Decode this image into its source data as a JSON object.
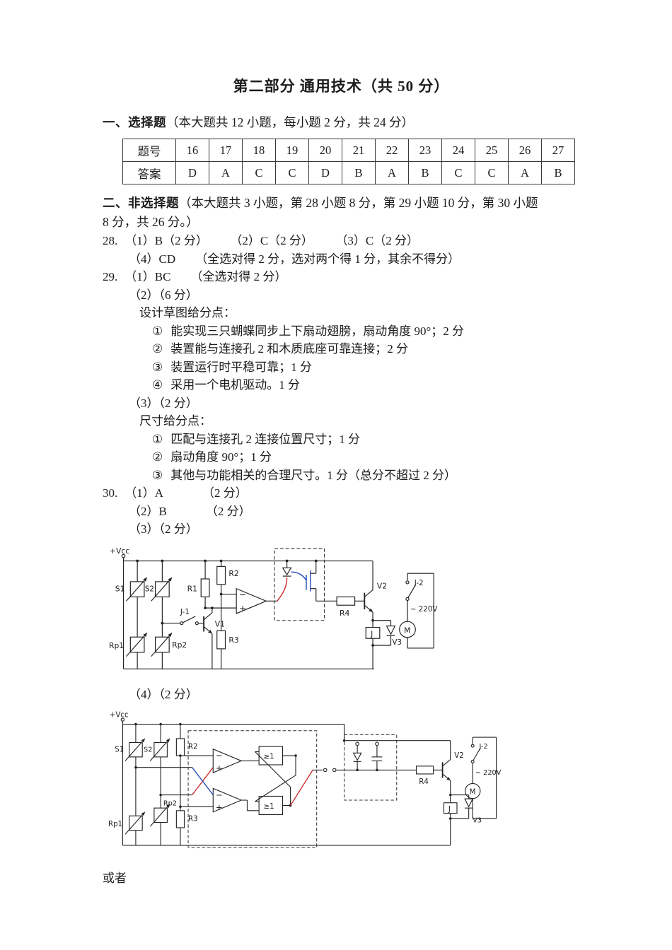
{
  "title": "第二部分  通用技术（共 50 分）",
  "section1": {
    "heading_bold": "一、选择题",
    "heading_rest": "（本大题共 12 小题，每小题 2 分，共 24 分）",
    "table": {
      "row_label_question": "题号",
      "row_label_answer": "答案",
      "numbers": [
        "16",
        "17",
        "18",
        "19",
        "20",
        "21",
        "22",
        "23",
        "24",
        "25",
        "26",
        "27"
      ],
      "answers": [
        "D",
        "A",
        "C",
        "C",
        "D",
        "B",
        "A",
        "B",
        "C",
        "C",
        "A",
        "B"
      ]
    }
  },
  "section2": {
    "heading_bold": "二、非选择题",
    "heading_rest": "（本大题共 3 小题，第 28 小题 8 分，第 29 小题 10 分，第 30 小题",
    "heading_line2": "8 分，共 26 分。）"
  },
  "q28": {
    "prefix": "28.",
    "part1": "（1）B（2 分）",
    "part2": "（2）C（2 分）",
    "part3": "（3）C（2 分）",
    "part4_answer": "（4）CD",
    "part4_note": "（全选对得 2 分，选对两个得 1 分，其余不得分）"
  },
  "q29": {
    "prefix": "29.",
    "part1_answer": "（1）BC",
    "part1_note": "（全选对得 2 分）",
    "part2_heading": "（2）（6 分）",
    "sketch_header": "设计草图给分点：",
    "sketch_points": [
      {
        "num": "①",
        "text": "能实现三只蝴蝶同步上下扇动翅膀，扇动角度 90°；2 分"
      },
      {
        "num": "②",
        "text": "装置能与连接孔 2 和木质底座可靠连接；2 分"
      },
      {
        "num": "③",
        "text": "装置运行时平稳可靠；1 分"
      },
      {
        "num": "④",
        "text": "采用一个电机驱动。1 分"
      }
    ],
    "part3_heading": "（3）（2 分）",
    "size_header": "尺寸给分点：",
    "size_points": [
      {
        "num": "①",
        "text": "匹配与连接孔 2 连接位置尺寸；1 分"
      },
      {
        "num": "②",
        "text": "扇动角度 90°；1 分"
      },
      {
        "num": "③",
        "text": "其他与功能相关的合理尺寸。1 分（总分不超过 2 分）"
      }
    ]
  },
  "q30": {
    "prefix": "30.",
    "part1_answer": "（1）A",
    "part1_score": "（2 分）",
    "part2_answer": "（2）B",
    "part2_score": "（2 分）",
    "part3_heading": "（3）（2 分）",
    "part4_heading": "（4）（2 分）"
  },
  "circuit1": {
    "labels": {
      "vcc": "+Vcc",
      "s1": "S1",
      "s2": "S2",
      "rp1": "Rp1",
      "rp2": "Rp2",
      "j1": "J-1",
      "v1": "V1",
      "r1": "R1",
      "r2": "R2",
      "r3": "R3",
      "r4": "R4",
      "v2": "V2",
      "relay": "J",
      "v3": "V3",
      "j2": "J-2",
      "voltage": "~ 220V",
      "motor": "M",
      "minus": "−",
      "plus": "+"
    }
  },
  "circuit2": {
    "labels": {
      "vcc": "+Vcc",
      "s1": "S1",
      "s2": "S2",
      "rp1": "Rp1",
      "rp2": "Rp2",
      "r2": "R2",
      "r3": "R3",
      "r4": "R4",
      "gate1": "≥1",
      "gate2": "≥1",
      "v2": "V2",
      "relay": "J",
      "v3": "V3",
      "j2": "J-2",
      "voltage": "~ 220V",
      "motor": "M",
      "minus": "−",
      "plus": "+"
    }
  },
  "footer": {
    "or_text": "或者"
  }
}
